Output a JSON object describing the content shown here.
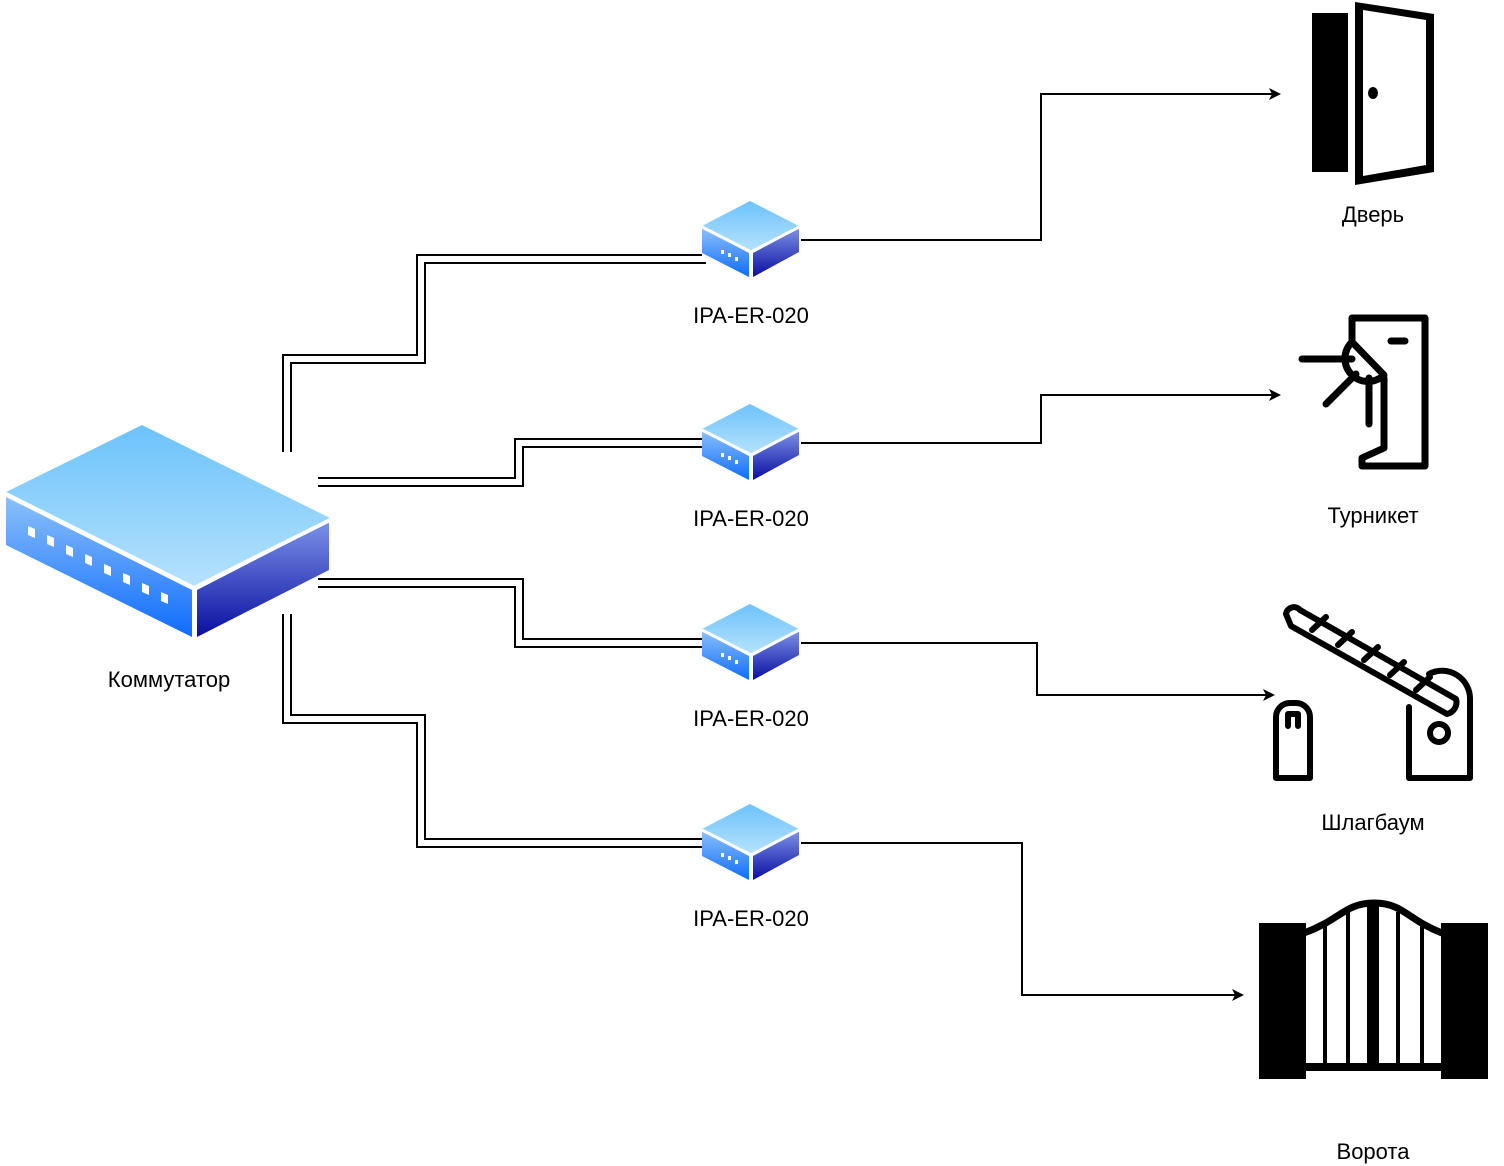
{
  "diagram": {
    "switch": {
      "label": "Коммутатор",
      "icon": "network-switch-icon"
    },
    "controllers": [
      {
        "label": "IPA-ER-020",
        "icon": "controller-icon",
        "target": "door"
      },
      {
        "label": "IPA-ER-020",
        "icon": "controller-icon",
        "target": "turnstile"
      },
      {
        "label": "IPA-ER-020",
        "icon": "controller-icon",
        "target": "barrier"
      },
      {
        "label": "IPA-ER-020",
        "icon": "controller-icon",
        "target": "gate"
      }
    ],
    "devices": {
      "door": {
        "label": "Дверь",
        "icon": "door-icon"
      },
      "turnstile": {
        "label": "Турникет",
        "icon": "turnstile-icon"
      },
      "barrier": {
        "label": "Шлагбаум",
        "icon": "barrier-icon"
      },
      "gate": {
        "label": "Ворота",
        "icon": "gate-icon"
      }
    },
    "links": {
      "switch_to_controller": "double-line",
      "controller_to_device": "arrow"
    }
  }
}
